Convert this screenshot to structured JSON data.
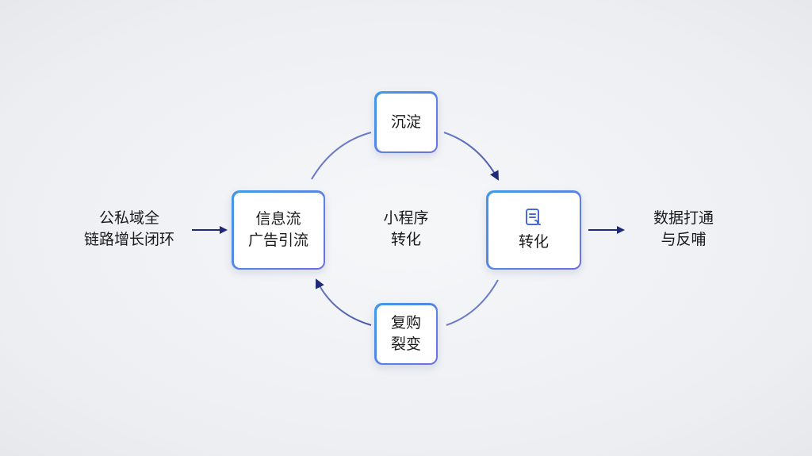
{
  "diagram": {
    "left_label": [
      "公私域全",
      "链路增长闭环"
    ],
    "right_label": [
      "数据打通",
      "与反哺"
    ],
    "center_label": [
      "小程序",
      "转化"
    ],
    "nodes": {
      "top": [
        "沉淀"
      ],
      "left": [
        "信息流",
        "广告引流"
      ],
      "right": [
        "转化"
      ],
      "bottom": [
        "复购",
        "裂变"
      ]
    },
    "right_node_icon": "document-icon",
    "colors": {
      "node_border_start": "#3f9be8",
      "node_border_end": "#6d6fe0",
      "arrow_dark": "#1e2a78",
      "arc": "#5a6ab8"
    }
  }
}
